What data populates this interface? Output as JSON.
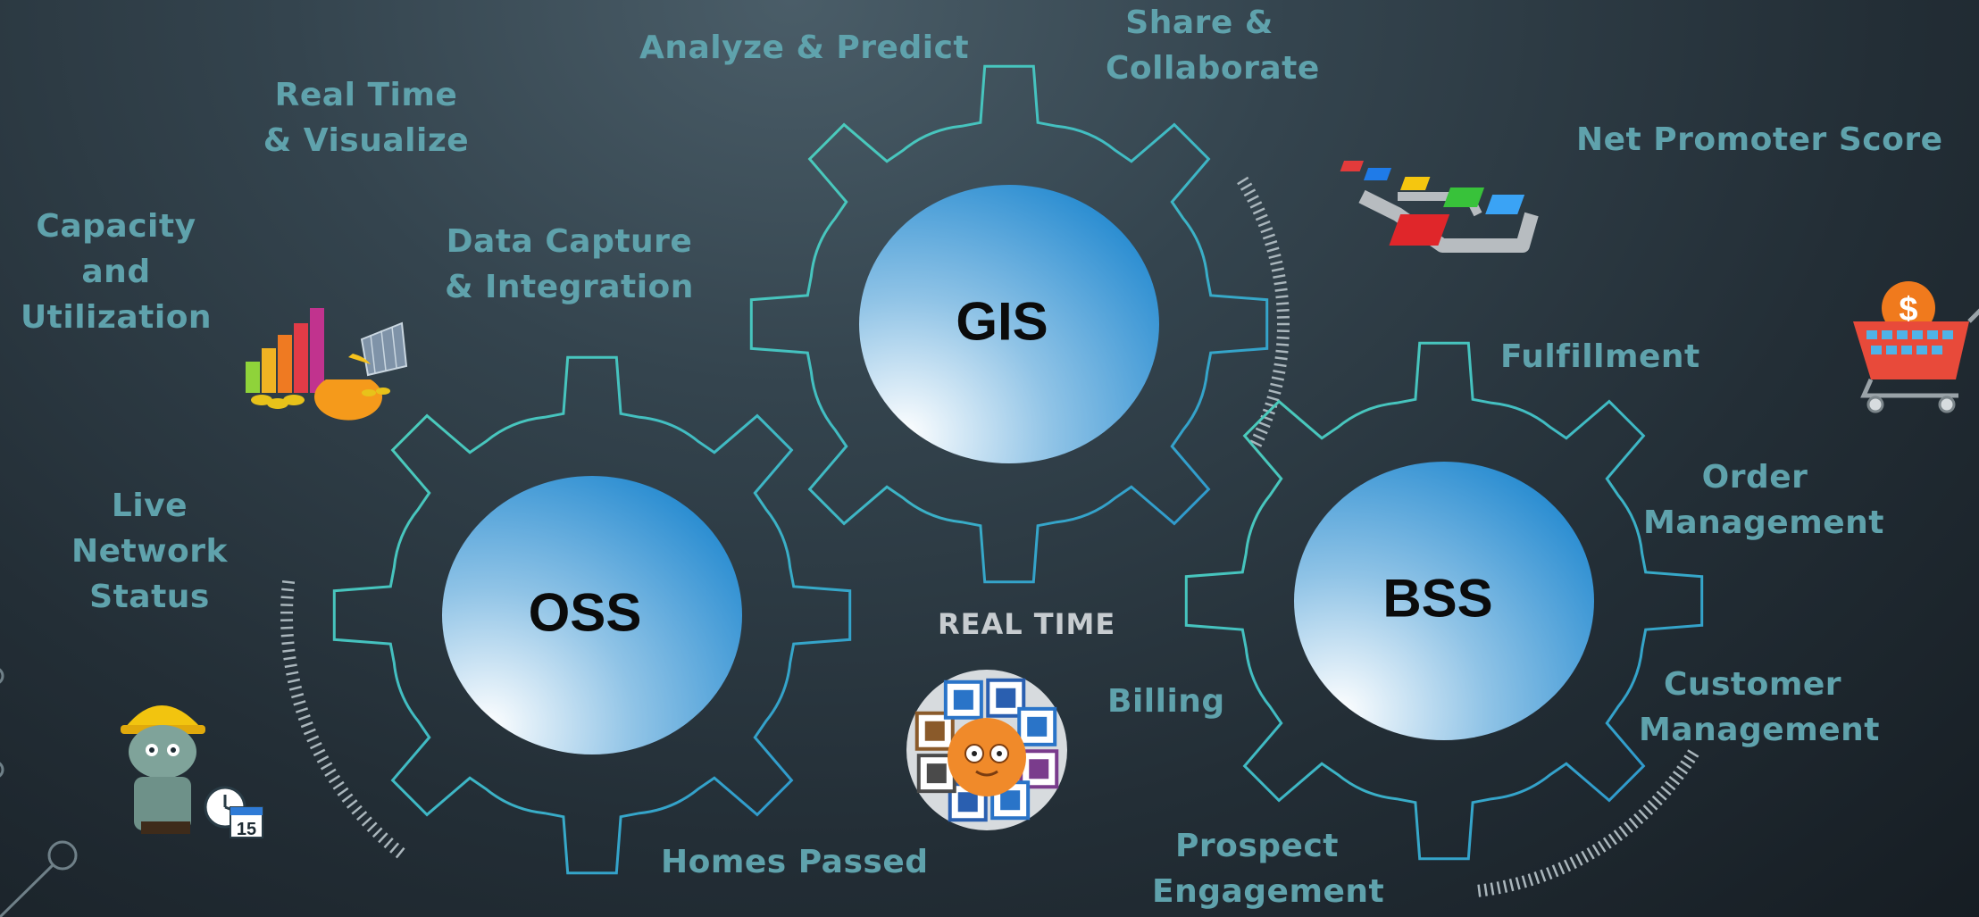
{
  "gears": {
    "gis": {
      "label": "GIS"
    },
    "oss": {
      "label": "OSS"
    },
    "bss": {
      "label": "BSS"
    }
  },
  "center_label": "REAL TIME",
  "labels": {
    "analyze": "Analyze & Predict",
    "share": "Share & Collaborate",
    "real_time": "Real Time  & Visualize",
    "capacity": "Capacity and Utilization",
    "data_capture": "Data Capture & Integration",
    "nps": "Net Promoter Score",
    "fulfillment": "Fulfillment",
    "order": "Order Management",
    "customer": "Customer Management",
    "billing": "Billing",
    "prospect": "Prospect Engagement",
    "live_network": "Live Network Status",
    "homes_passed": "Homes Passed"
  },
  "icons": {
    "charts": "bar-chart-icon",
    "workflow": "workflow-diagram-icon",
    "cart": "shopping-cart-icon",
    "worker": "field-technician-icon",
    "apps": "app-hub-icon"
  },
  "calendar_day": "15",
  "colors": {
    "label": "#5fa2ac",
    "gear_outline_light": "#4fd1b8",
    "gear_outline_dark": "#2a8fd0",
    "hub_light": "#ffffff",
    "hub_dark": "#1f87cf"
  }
}
